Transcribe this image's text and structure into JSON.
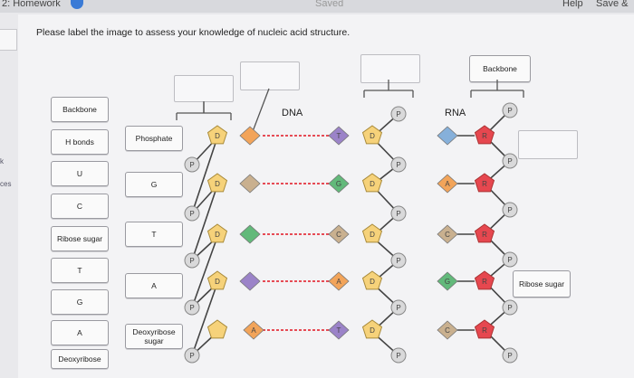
{
  "header": {
    "tab_title": "2: Homework",
    "status": "Saved",
    "help_label": "Help",
    "save_label": "Save &"
  },
  "sidebar": {
    "fragment_1": "k",
    "fragment_2": "ces"
  },
  "instructions": "Please label the image to assess your knowledge of nucleic acid structure.",
  "titles": {
    "dna": "DNA",
    "rna": "RNA"
  },
  "label_bank": {
    "left": [
      "Backbone",
      "H bonds",
      "U",
      "C",
      "Ribose sugar",
      "T",
      "G",
      "A",
      "Deoxyribose"
    ],
    "middle": [
      "Phosphate",
      "G",
      "T",
      "A",
      "Deoxyribose sugar"
    ]
  },
  "placed_labels": {
    "rna_backbone": "Backbone",
    "ribose_sugar": "Ribose sugar"
  },
  "molecule": {
    "phosphate_letter": "P",
    "ribose_letter": "R",
    "dna_left_bases": [
      "D",
      "D",
      "D",
      "D",
      "A"
    ],
    "dna_right_bases": [
      "T",
      "G",
      "C",
      "A",
      "T"
    ],
    "deoxyribose_letter": "D",
    "rna_bases": [
      "",
      "A",
      "C",
      "G",
      "C"
    ]
  },
  "colors": {
    "deoxyribose": "#f6d27a",
    "phosphate": "#d9d9da",
    "ribose": "#e6474f",
    "adenine": "#f2a45a",
    "thymine": "#9b83c8",
    "guanine": "#62b97a",
    "cytosine": "#c9b08f",
    "uracil": "#86b0da"
  }
}
